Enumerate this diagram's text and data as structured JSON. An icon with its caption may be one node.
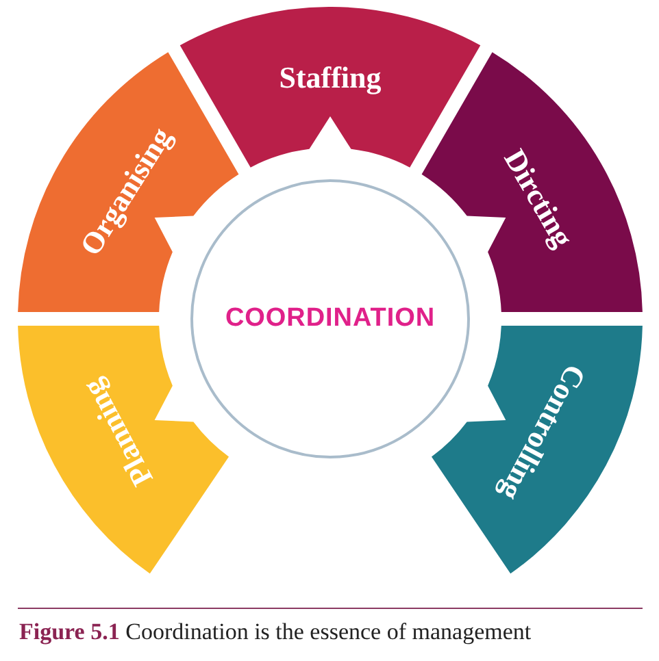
{
  "diagram": {
    "caption": "**Figure 5.1** Coordination is the essence of management",
    "nodes": [
      {
        "text": [
          "Staffing"
        ]
      },
      {
        "text": [
          "Organising"
        ]
      },
      {
        "text": [
          "Dircting"
        ]
      },
      {
        "text": [
          "COORDINATION"
        ]
      },
      {
        "text": [
          "Planning"
        ]
      },
      {
        "text": [
          "Controlling"
        ]
      }
    ],
    "edges": []
  }
}
